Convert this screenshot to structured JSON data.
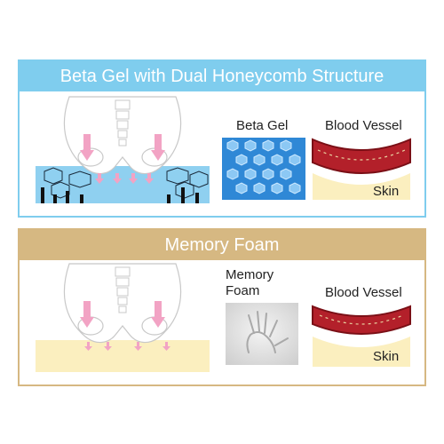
{
  "gel_panel": {
    "title": "Beta Gel with Dual Honeycomb Structure",
    "sample_label": "Beta Gel",
    "vessel_label": "Blood Vessel",
    "skin_label": "Skin"
  },
  "foam_panel": {
    "title": "Memory Foam",
    "sample_label_line1": "Memory",
    "sample_label_line2": "Foam",
    "vessel_label": "Blood Vessel",
    "skin_label": "Skin"
  },
  "colors": {
    "gel_border": "#7fcdee",
    "foam_border": "#d6b882",
    "pressure_arrow": "#f2a3c4",
    "vessel_red": "#b3202a",
    "skin": "#fbefbf",
    "gel_layer": "#8fd0f0"
  }
}
